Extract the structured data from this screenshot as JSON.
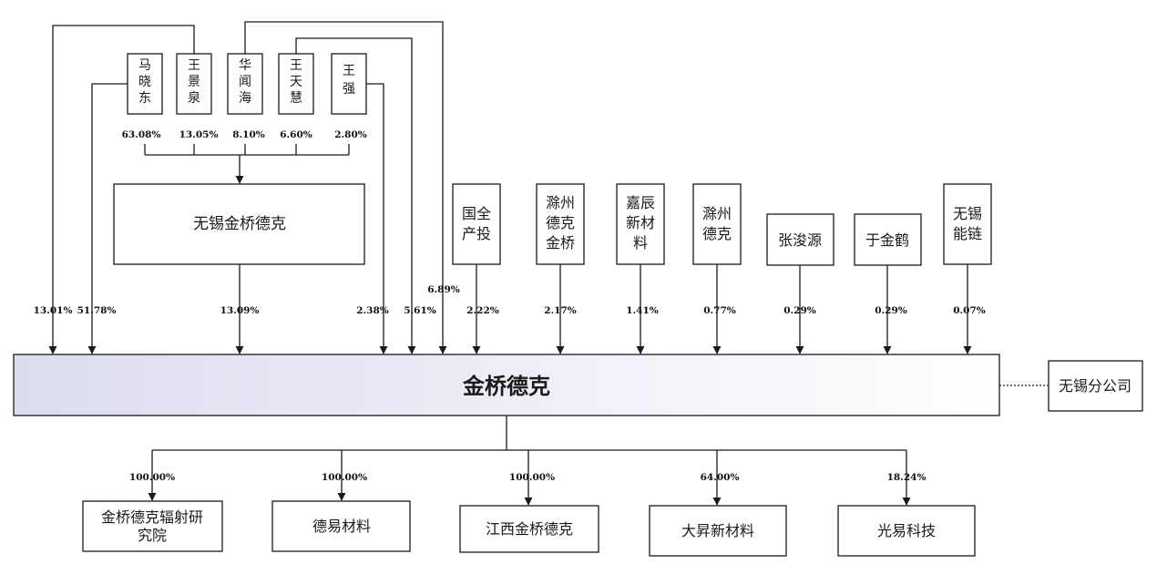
{
  "shareholders_top": [
    {
      "name": "马晓东",
      "pct": "63.08%"
    },
    {
      "name": "王景泉",
      "pct": "13.05%"
    },
    {
      "name": "华闻海",
      "pct": "8.10%"
    },
    {
      "name": "王天慧",
      "pct": "6.60%"
    },
    {
      "name": "王强",
      "pct": "2.80%"
    }
  ],
  "holding_company": {
    "name": "无锡金桥德克"
  },
  "direct_left": {
    "wang_jingquan_pct": "13.01%",
    "ma_xiaodong_pct": "51.78%",
    "holding_pct": "13.09%",
    "wang_qiang_pct": "2.38%",
    "wang_tianhui_pct": "5.61%",
    "hua_wenhai_pct": "6.89%"
  },
  "shareholders_right": [
    {
      "name": "国全产投",
      "pct": "2.22%"
    },
    {
      "name": "滁州德克金桥",
      "pct": "2.17%"
    },
    {
      "name": "嘉辰新材料",
      "pct": "1.41%"
    },
    {
      "name": "滁州德克",
      "pct": "0.77%"
    },
    {
      "name": "张浚源",
      "pct": "0.29%"
    },
    {
      "name": "于金鹤",
      "pct": "0.29%"
    },
    {
      "name": "无锡能链",
      "pct": "0.07%"
    }
  ],
  "main_company": {
    "name": "金桥德克"
  },
  "branch": {
    "name": "无锡分公司"
  },
  "subsidiaries": [
    {
      "name": "金桥德克辐射研究院",
      "pct": "100.00%"
    },
    {
      "name": "德易材料",
      "pct": "100.00%"
    },
    {
      "name": "江西金桥德克",
      "pct": "100.00%"
    },
    {
      "name": "大昇新材料",
      "pct": "64.00%"
    },
    {
      "name": "光易科技",
      "pct": "18.24%"
    }
  ],
  "colors": {
    "main_box_gradient_start": "#dcdcf0",
    "main_box_gradient_end": "#ffffff",
    "line": "#1a1a1a"
  }
}
